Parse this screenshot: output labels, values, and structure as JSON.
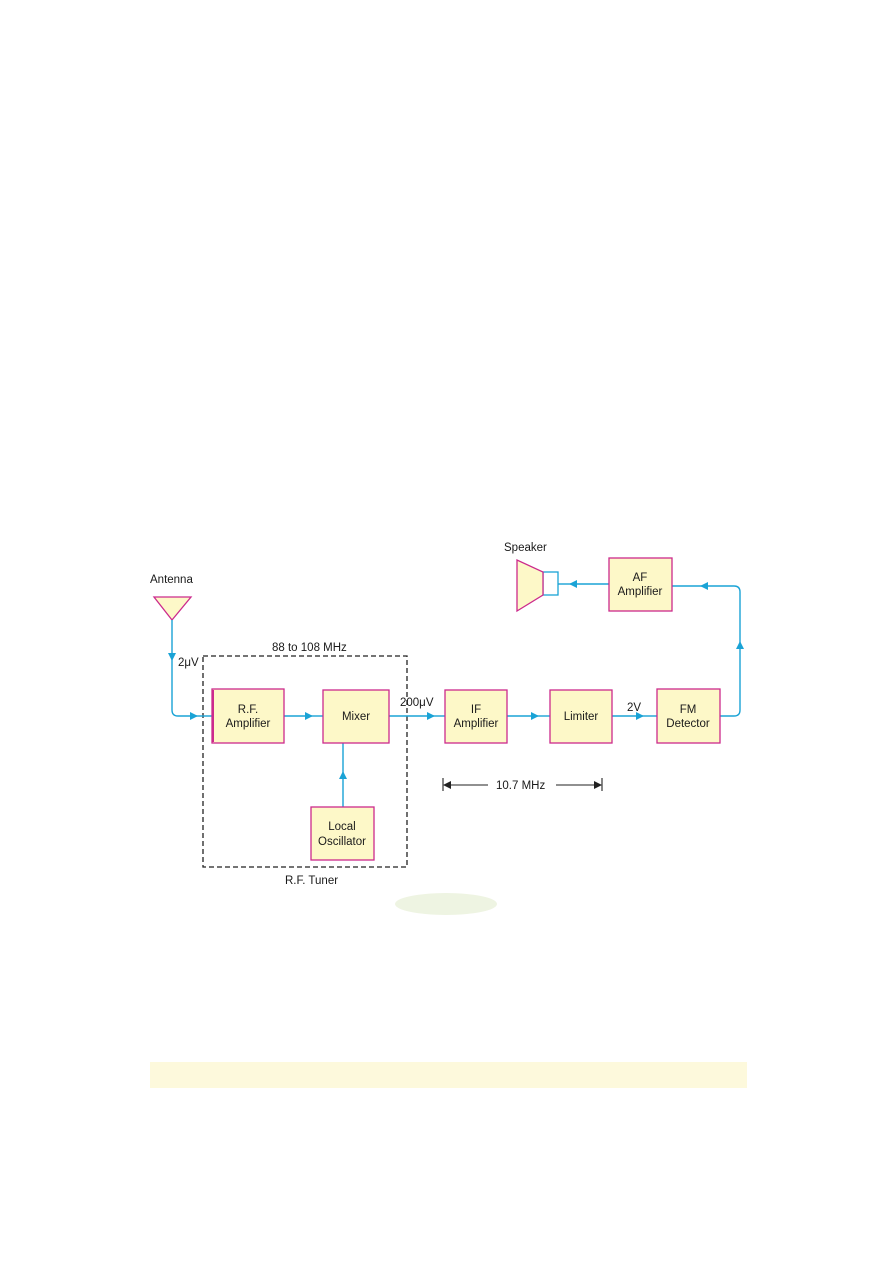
{
  "colors": {
    "block_fill": "#fdf8c8",
    "block_border": "#cc2a8c",
    "signal_line": "#1aa3d6",
    "tuner_border": "#222222",
    "ellipse": "#eef4e2",
    "bottom_bar": "#fdf9dc"
  },
  "blocks": {
    "rf_amplifier": [
      "R.F.",
      "Amplifier"
    ],
    "mixer": [
      "Mixer"
    ],
    "local_oscillator": [
      "Local",
      "Oscillator"
    ],
    "if_amplifier": [
      "IF",
      "Amplifier"
    ],
    "limiter": [
      "Limiter"
    ],
    "fm_detector": [
      "FM",
      "Detector"
    ],
    "af_amplifier": [
      "AF",
      "Amplifier"
    ]
  },
  "labels": {
    "antenna": "Antenna",
    "speaker": "Speaker",
    "antenna_voltage": "2μV",
    "mixer_output_voltage": "200μV",
    "limiter_output_voltage": "2V",
    "tuner_frequency": "88 to 108 MHz",
    "tuner_name": "R.F. Tuner",
    "if_frequency": "10.7 MHz"
  }
}
